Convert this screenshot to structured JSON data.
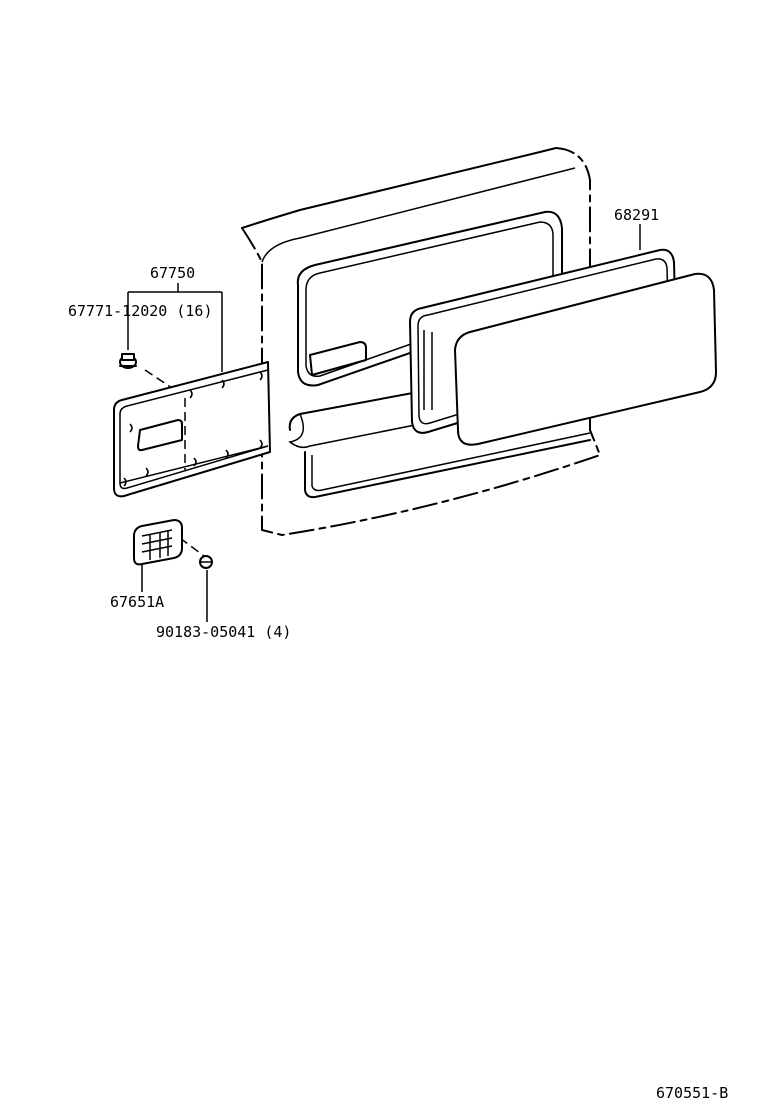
{
  "callouts": {
    "panel_assembly": "67750",
    "clip": "67771-12020 (16)",
    "window_glass": "68291",
    "handle": "67651A",
    "screw": "90183-05041 (4)"
  },
  "diagram_id": "670551-B"
}
